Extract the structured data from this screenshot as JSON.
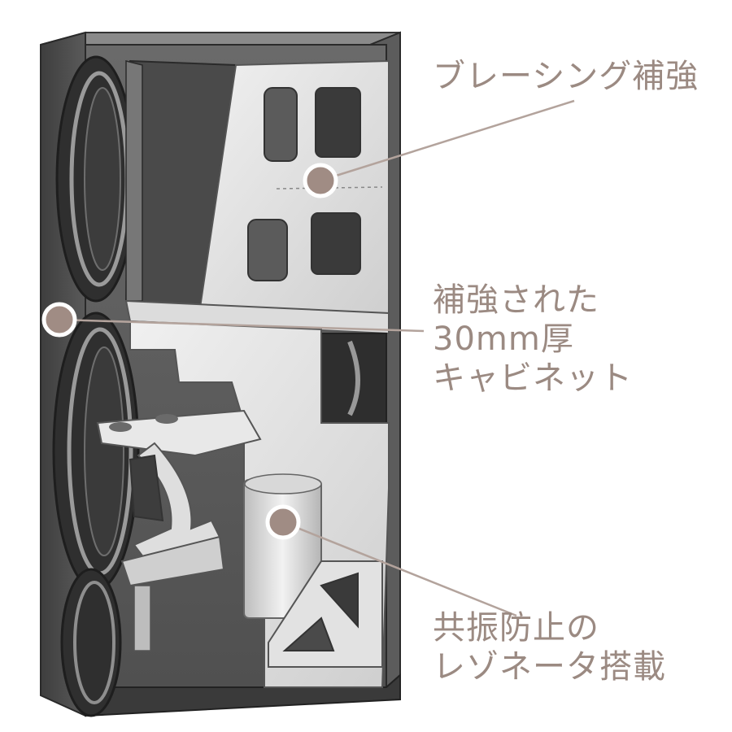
{
  "callouts": [
    {
      "lines": [
        "ブレーシング補強"
      ]
    },
    {
      "lines": [
        "補強された",
        "30mm厚",
        "キャビネット"
      ]
    },
    {
      "lines": [
        "共振防止の",
        "レゾネータ搭載"
      ]
    }
  ],
  "colors": {
    "label_text": "#9b8a82",
    "marker": "#a08c84",
    "leader_line": "#b3a39c",
    "cabinet_outer": "#4b4b4b",
    "cabinet_top": "#6e6e6e",
    "panel_light": "#e4e4e4",
    "cavity_dark": "#2e2e2e"
  }
}
